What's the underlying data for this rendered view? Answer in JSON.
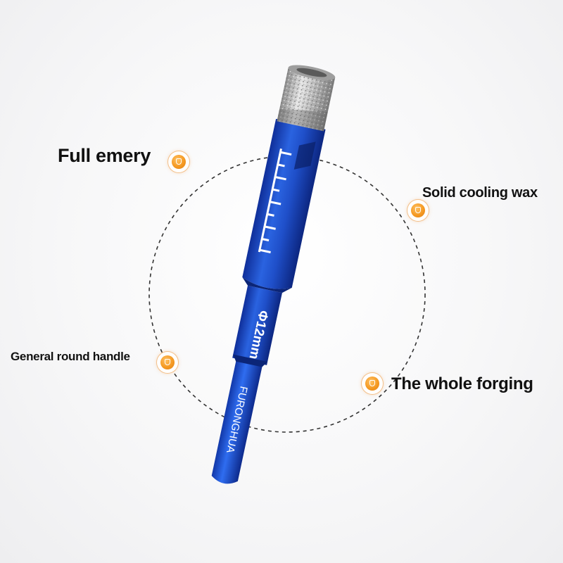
{
  "callouts": {
    "full_emery": "Full emery",
    "solid_cooling_wax": "Solid cooling wax",
    "general_round_handle": "General round handle",
    "whole_forging": "The whole forging"
  },
  "product": {
    "size_marking": "Φ12mm",
    "brand_marking": "FURONGHUA"
  },
  "colors": {
    "bit_blue": "#1f4fc9",
    "accent_orange": "#f59a23",
    "text": "#111111"
  },
  "icons": {
    "callout_badge": "orange-medal-icon"
  }
}
